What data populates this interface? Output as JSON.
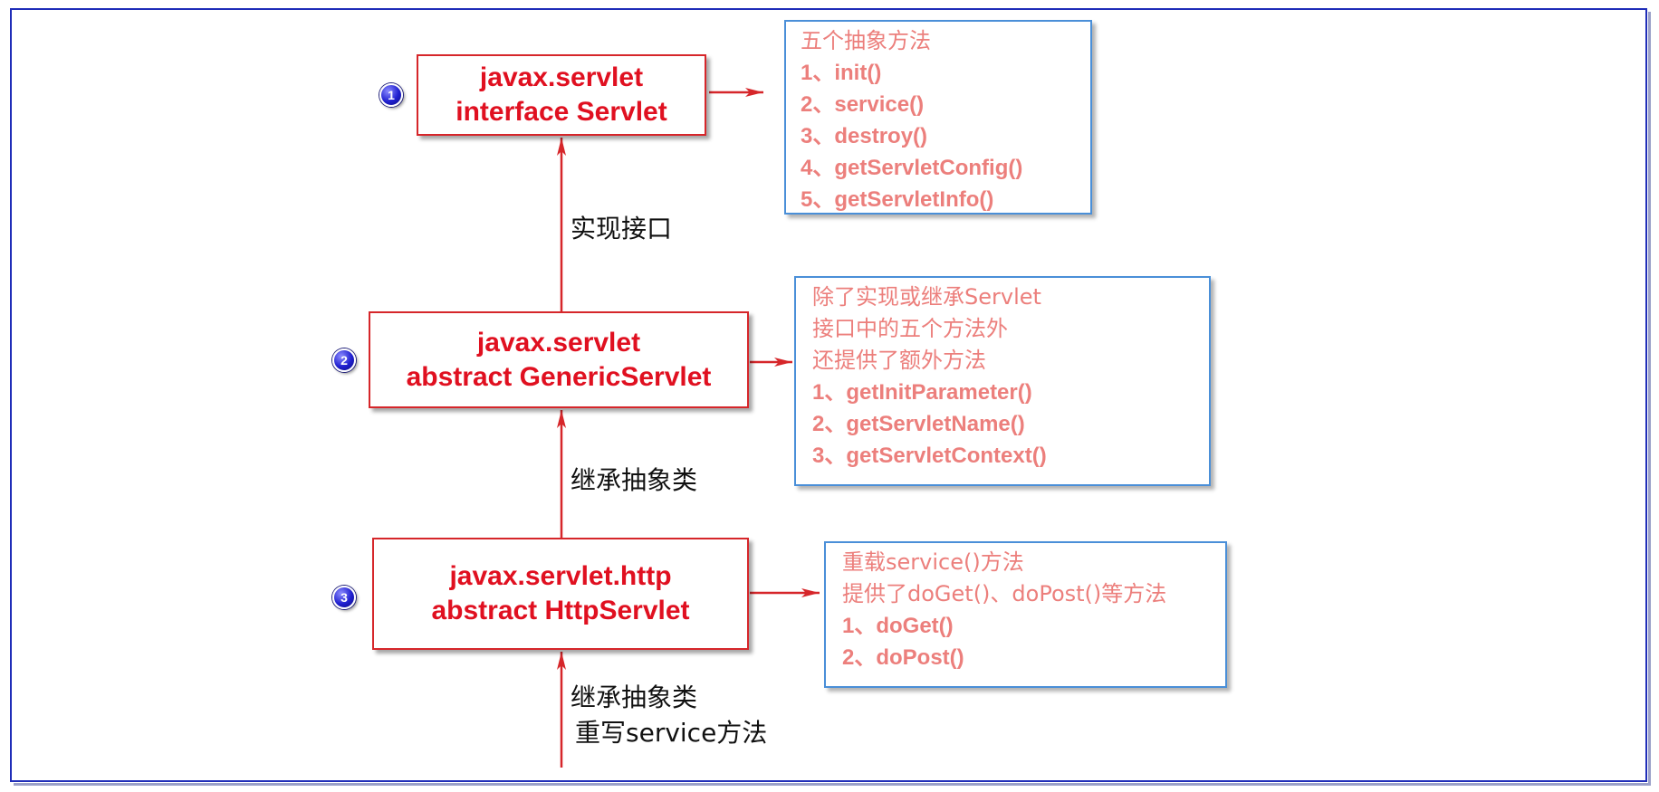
{
  "nodes": [
    {
      "number": "1",
      "line1": "javax.servlet",
      "line2": "interface Servlet"
    },
    {
      "number": "2",
      "line1": "javax.servlet",
      "line2": "abstract GenericServlet"
    },
    {
      "number": "3",
      "line1": "javax.servlet.http",
      "line2": "abstract HttpServlet"
    }
  ],
  "notes": [
    {
      "lines": [
        "五个抽象方法",
        "1、init()",
        "2、service()",
        "3、destroy()",
        "4、getServletConfig()",
        "5、getServletInfo()"
      ]
    },
    {
      "lines": [
        "除了实现或继承Servlet",
        "接口中的五个方法外",
        "还提供了额外方法",
        "1、getInitParameter()",
        "2、getServletName()",
        "3、getServletContext()"
      ]
    },
    {
      "lines": [
        "重载service()方法",
        "提供了doGet()、doPost()等方法",
        "1、doGet()",
        "2、doPost()"
      ]
    }
  ],
  "edge_labels": {
    "implements": "实现接口",
    "extends_abstract": "继承抽象类",
    "extends_abstract_2": "继承抽象类",
    "override_service": "重写service方法"
  }
}
